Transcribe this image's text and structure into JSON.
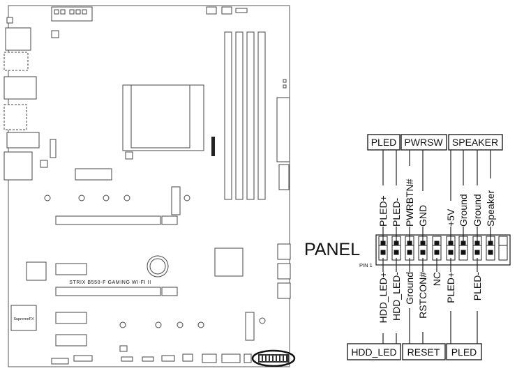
{
  "board": {
    "model_text": "STRIX B550-F GAMING WI-FI II",
    "audio_text": "SupremeFX"
  },
  "panel": {
    "title": "PANEL",
    "pin1_label": "PIN 1",
    "top_groups": [
      "PLED",
      "PWRSW",
      "SPEAKER"
    ],
    "bottom_groups": [
      "HDD_LED",
      "RESET",
      "PLED"
    ],
    "top_pins": [
      "PLED+",
      "PLED-",
      "PWRBTN#",
      "GND",
      "",
      "+5V",
      "Ground",
      "Ground",
      "Speaker",
      ""
    ],
    "bottom_pins": [
      "HDD_LED+",
      "HDD_LED-",
      "Ground",
      "RSTCON#",
      "NC",
      "PLED+",
      "PLED-",
      "",
      "",
      ""
    ]
  },
  "colors": {
    "line": "#222222",
    "board_outline": "#555555",
    "highlight": "#111111"
  }
}
